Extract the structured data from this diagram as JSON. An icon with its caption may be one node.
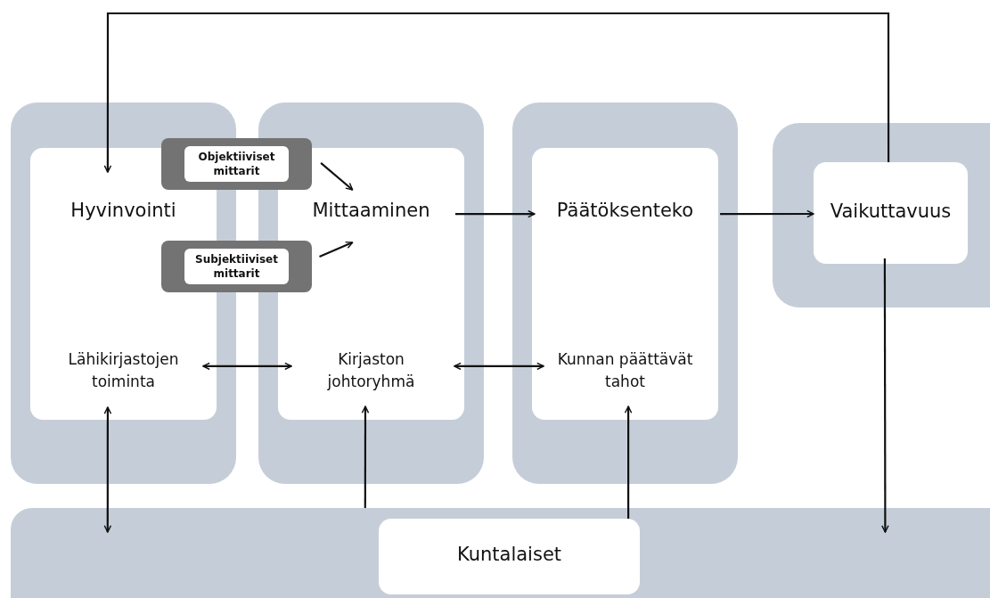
{
  "diagram": {
    "nodes": [
      {
        "text": [],
        "shape": "box"
      },
      {
        "text": [
          "Hyvinvointi",
          "Lähikirjastojen toiminta"
        ],
        "in": 0
      },
      {
        "text": [],
        "shape": "box"
      },
      {
        "text": [
          "Mittaaminen",
          "Kirjaston johtoryhmä"
        ],
        "in": 2
      },
      {
        "text": [],
        "shape": "box"
      },
      {
        "text": [
          "Päätöksenteko",
          "Kunnan päättävät tahot"
        ],
        "in": 4
      },
      {
        "text": [],
        "shape": "box"
      },
      {
        "text": [
          "Vaikuttavuus"
        ],
        "in": 6
      },
      {
        "text": [],
        "shape": "bar"
      },
      {
        "text": [
          "Kuntalaiset"
        ],
        "in": 8
      },
      {
        "text": [
          "Objektiiviset mittarit"
        ]
      },
      {
        "text": [
          "Subjektiiviset mittarit"
        ]
      }
    ],
    "edges": [
      {
        "from": 7,
        "to": 1,
        "arrow": "to"
      },
      {
        "from": 10,
        "to": 3,
        "arrow": "to"
      },
      {
        "from": 11,
        "to": 3,
        "arrow": "to"
      },
      {
        "from": 3,
        "to": 5,
        "arrow": "to"
      },
      {
        "from": 5,
        "to": 7,
        "arrow": "to"
      },
      {
        "from": 1,
        "to": 3,
        "arrow": "both"
      },
      {
        "from": 3,
        "to": 5,
        "arrow": "both"
      },
      {
        "from": 1,
        "to": 8,
        "arrow": "both"
      },
      {
        "from": 8,
        "to": 3,
        "arrow": "to"
      },
      {
        "from": 9,
        "to": 5,
        "arrow": "to"
      },
      {
        "from": 7,
        "to": 8,
        "arrow": "to"
      }
    ]
  }
}
